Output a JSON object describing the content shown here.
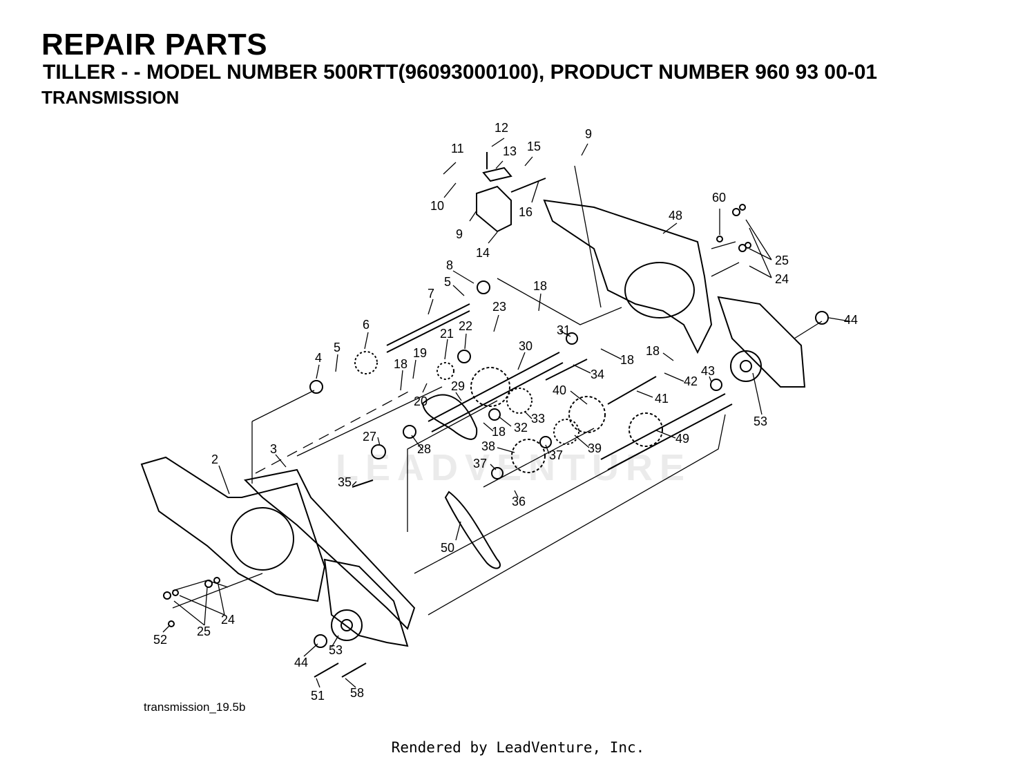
{
  "header": {
    "title": "REPAIR PARTS",
    "model_line": "TILLER - - MODEL NUMBER 500RTT(96093000100), PRODUCT NUMBER 960 93 00-01",
    "section": "TRANSMISSION"
  },
  "figure_id": "transmission_19.5b",
  "watermark": "LEADVENTURE",
  "footer": "Rendered by LeadVenture, Inc.",
  "callouts": [
    "2",
    "3",
    "4",
    "5",
    "5",
    "6",
    "7",
    "8",
    "9",
    "9",
    "10",
    "11",
    "12",
    "13",
    "14",
    "15",
    "16",
    "18",
    "18",
    "18",
    "18",
    "18",
    "19",
    "20",
    "21",
    "22",
    "23",
    "24",
    "24",
    "25",
    "25",
    "27",
    "28",
    "29",
    "30",
    "31",
    "32",
    "33",
    "34",
    "35",
    "36",
    "37",
    "37",
    "38",
    "39",
    "40",
    "41",
    "42",
    "43",
    "44",
    "44",
    "48",
    "49",
    "50",
    "51",
    "52",
    "53",
    "53",
    "58",
    "60"
  ]
}
